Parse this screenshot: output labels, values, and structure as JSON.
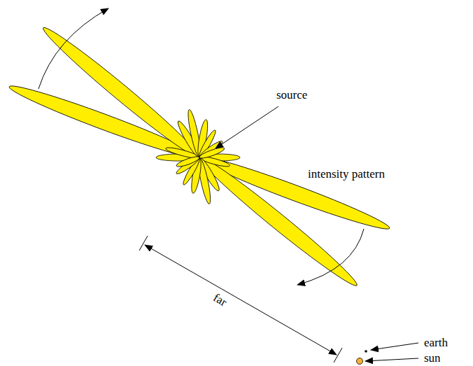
{
  "diagram": {
    "labels": [
      "source",
      "intensity pattern",
      "far",
      "earth",
      "sun"
    ]
  }
}
